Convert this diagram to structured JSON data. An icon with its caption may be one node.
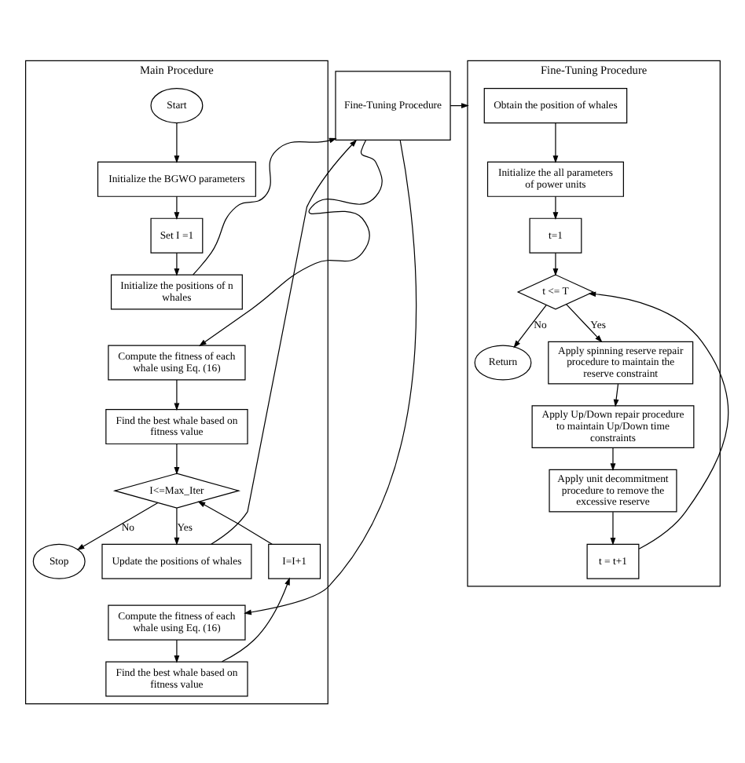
{
  "diagram": {
    "nodes": [
      {
        "text": [
          "Main Procedure"
        ]
      },
      {
        "text": [
          "Start"
        ],
        "in": 0
      },
      {
        "text": [
          "Initialize the BGWO parameters"
        ],
        "in": 0
      },
      {
        "text": [
          "Set I =1"
        ],
        "in": 0
      },
      {
        "text": [
          "Initialize the positions of n whales"
        ],
        "in": 0
      },
      {
        "text": [
          "Compute the fitness of each whale using Eq. (16)"
        ],
        "in": 0
      },
      {
        "text": [
          "Find the best whale based on fitness value"
        ],
        "in": 0
      },
      {
        "text": [
          "I<=Max_Iter"
        ],
        "in": 0
      },
      {
        "text": [
          "Stop"
        ],
        "in": 0
      },
      {
        "text": [
          "Update the positions of whales"
        ],
        "in": 0
      },
      {
        "text": [
          "I=I+1"
        ],
        "in": 0
      },
      {
        "text": [
          "Compute the fitness of each whale using Eq. (16)"
        ],
        "in": 0
      },
      {
        "text": [
          "Find the best whale based on fitness value"
        ],
        "in": 0
      },
      {
        "text": [
          "Fine-Tuning Procedure"
        ]
      },
      {
        "text": [
          "Fine-Tuning Procedure"
        ]
      },
      {
        "text": [
          "Obtain the position of whales"
        ],
        "in": 14
      },
      {
        "text": [
          "Initialize the all parameters of power units"
        ],
        "in": 14
      },
      {
        "text": [
          "t=1"
        ],
        "in": 14
      },
      {
        "text": [
          "t <= T"
        ],
        "in": 14
      },
      {
        "text": [
          "Return"
        ],
        "in": 14
      },
      {
        "text": [
          "Apply spinning reserve repair procedure to maintain the reserve constraint"
        ],
        "in": 14
      },
      {
        "text": [
          "Apply Up/Down repair procedure to maintain Up/Down time constraints"
        ],
        "in": 14
      },
      {
        "text": [
          "Apply unit decommitment procedure to remove the excessive reserve"
        ],
        "in": 14
      },
      {
        "text": [
          "t = t+1"
        ],
        "in": 14
      }
    ],
    "edges": [
      {
        "from": 1,
        "to": 2,
        "arrow": "to"
      },
      {
        "from": 2,
        "to": 3,
        "arrow": "to"
      },
      {
        "from": 3,
        "to": 4,
        "arrow": "to"
      },
      {
        "from": 4,
        "to": 13,
        "arrow": "to"
      },
      {
        "from": 13,
        "to": 5,
        "arrow": "to"
      },
      {
        "from": 5,
        "to": 6,
        "arrow": "to"
      },
      {
        "from": 6,
        "to": 7,
        "arrow": "to"
      },
      {
        "from": 7,
        "to": 8,
        "label": "No",
        "arrow": "to"
      },
      {
        "from": 7,
        "to": 9,
        "label": "Yes",
        "arrow": "to"
      },
      {
        "from": 9,
        "to": 13,
        "arrow": "to"
      },
      {
        "from": 13,
        "to": 11,
        "arrow": "to"
      },
      {
        "from": 11,
        "to": 12,
        "arrow": "to"
      },
      {
        "from": 12,
        "to": 10,
        "arrow": "to"
      },
      {
        "from": 10,
        "to": 7,
        "arrow": "to"
      },
      {
        "from": 13,
        "to": 14,
        "arrow": "to"
      },
      {
        "from": 15,
        "to": 16,
        "arrow": "to"
      },
      {
        "from": 16,
        "to": 17,
        "arrow": "to"
      },
      {
        "from": 17,
        "to": 18,
        "arrow": "to"
      },
      {
        "from": 18,
        "to": 19,
        "label": "No",
        "arrow": "to"
      },
      {
        "from": 18,
        "to": 20,
        "label": "Yes",
        "arrow": "to"
      },
      {
        "from": 20,
        "to": 21,
        "arrow": "to"
      },
      {
        "from": 21,
        "to": 22,
        "arrow": "to"
      },
      {
        "from": 22,
        "to": 23,
        "arrow": "to"
      },
      {
        "from": 23,
        "to": 18,
        "arrow": "to"
      }
    ]
  }
}
